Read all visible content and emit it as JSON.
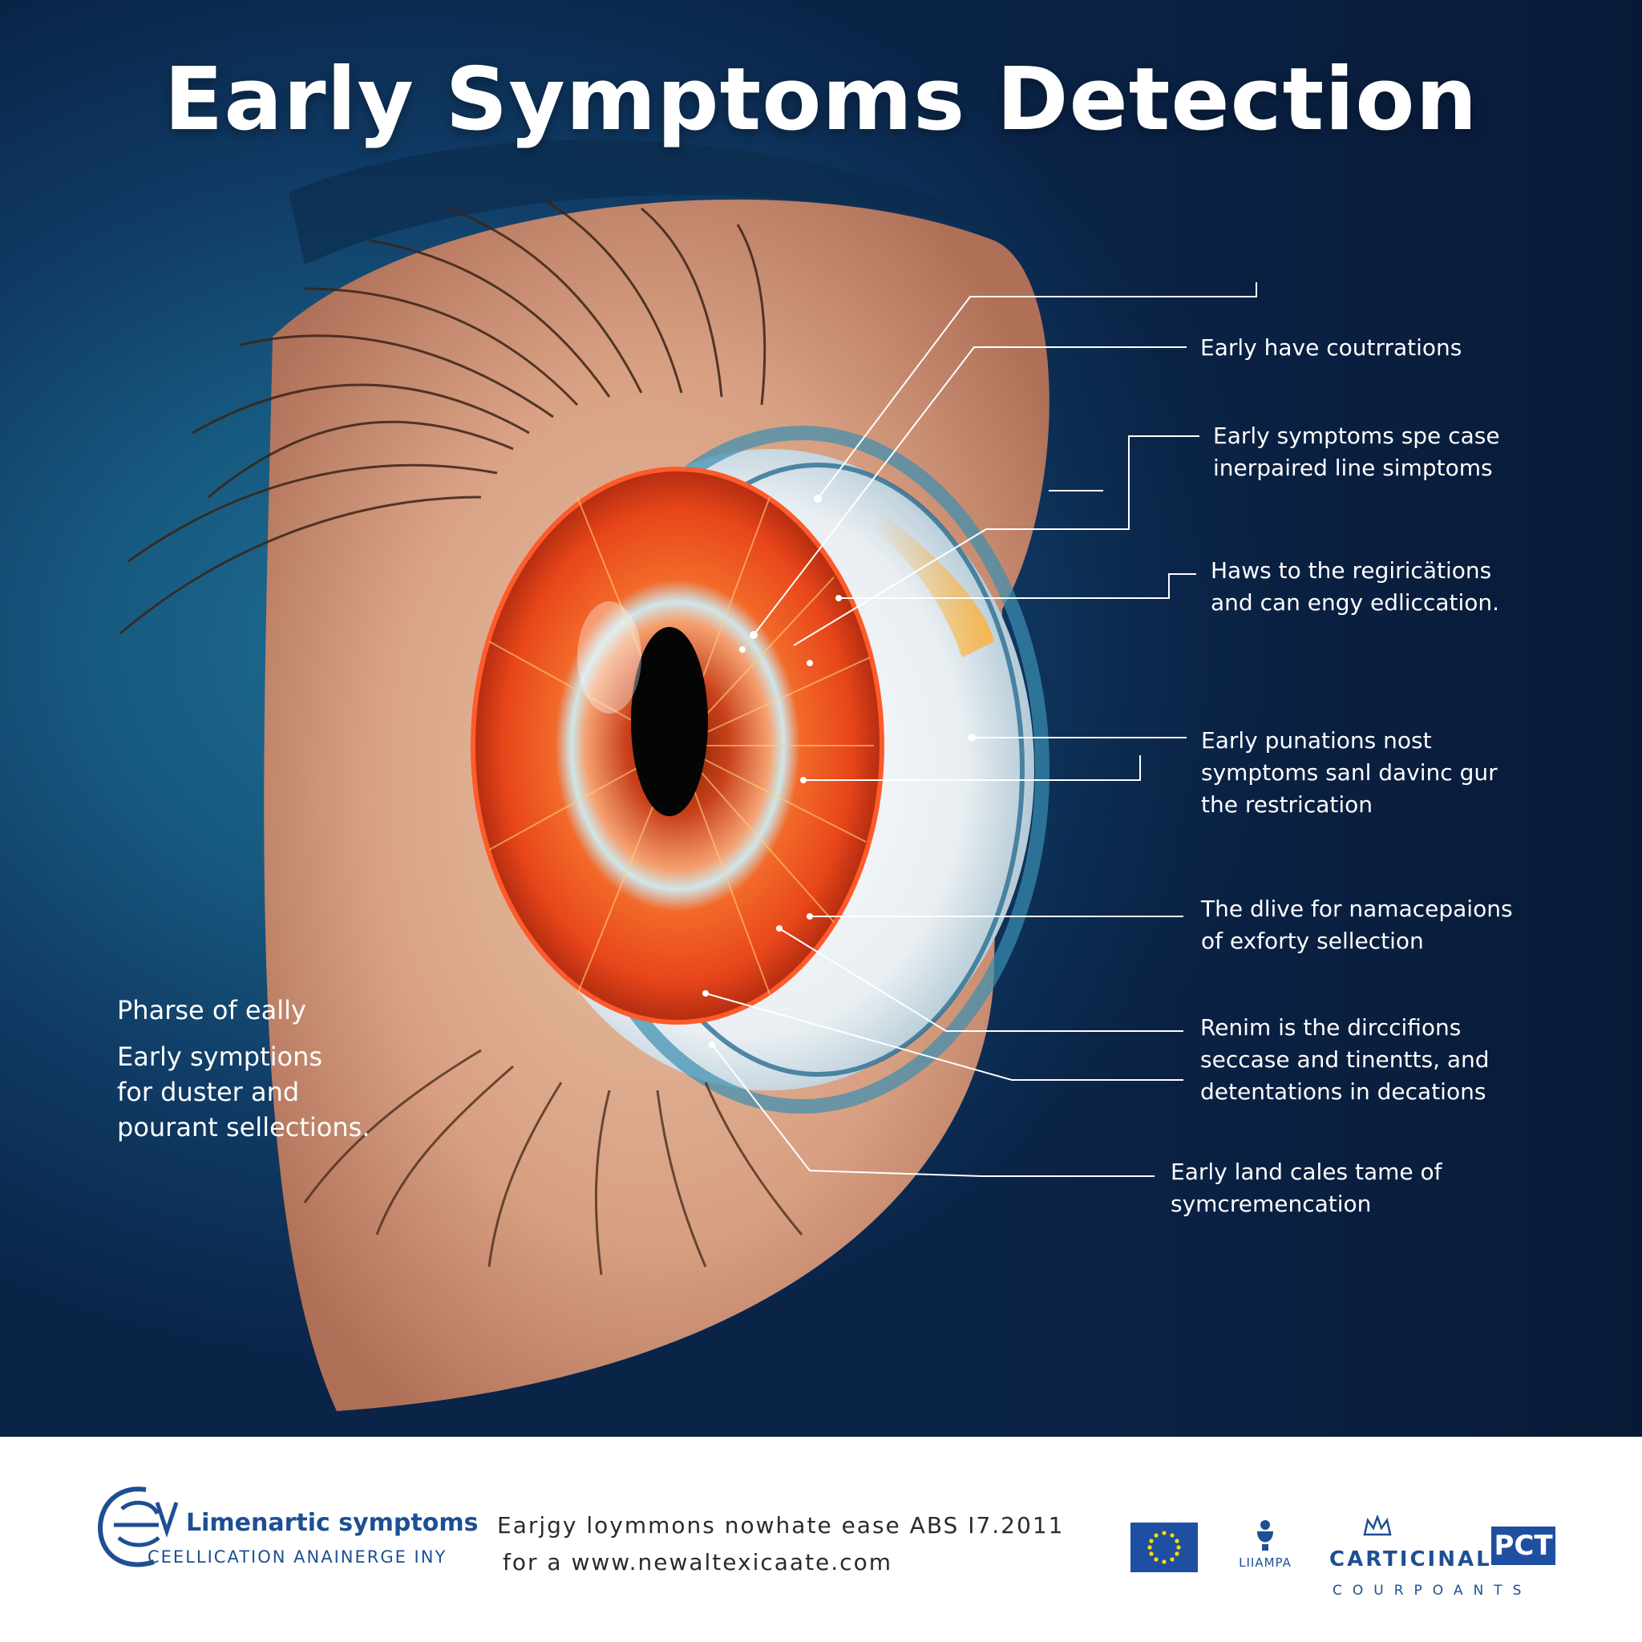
{
  "title": "Early Symptoms Detection",
  "callouts": [
    {
      "lines": [
        "Early have coutrrations"
      ]
    },
    {
      "lines": [
        "Early symptoms spe case",
        "inerpaired line simptoms"
      ]
    },
    {
      "lines": [
        "Haws to the regiricätions",
        "and can engy edliccation."
      ]
    },
    {
      "lines": [
        "Early punations nost",
        "symptoms sanl davinc gur",
        "the restrication"
      ]
    },
    {
      "lines": [
        "The dlive for namacepaions",
        "of exforty sellection"
      ]
    },
    {
      "lines": [
        "Renim is the dirccifions",
        "seccase and tinentts, and",
        "detentations in decations"
      ]
    },
    {
      "lines": [
        "Early land cales tame of",
        "symcremencation"
      ]
    }
  ],
  "left_note": {
    "heading": "Pharse of eally",
    "lines": [
      "Early symptions",
      "for duster and",
      "pourant sellections."
    ]
  },
  "footer": {
    "brand": {
      "name": "Limenartic symptoms",
      "subtitle": "CEELLICATION ANAINERGE INY"
    },
    "center_lines": [
      "Earjgy loymmons nowhate ease ABS I7.2011",
      "for a www.newaltexicaate.com"
    ],
    "logos": {
      "liampa": "LIIAMPA",
      "carticinal": "CARTICINAL",
      "courpoants": "COURPOANTS",
      "pct": "PCT"
    }
  },
  "colors": {
    "background_dark": "#0a2448",
    "background_mid": "#175a80",
    "iris": "#f0501e",
    "footer_brand_blue": "#1d4f93",
    "eu_blue": "#1f4fa1",
    "eu_stars": "#ffdd00"
  }
}
